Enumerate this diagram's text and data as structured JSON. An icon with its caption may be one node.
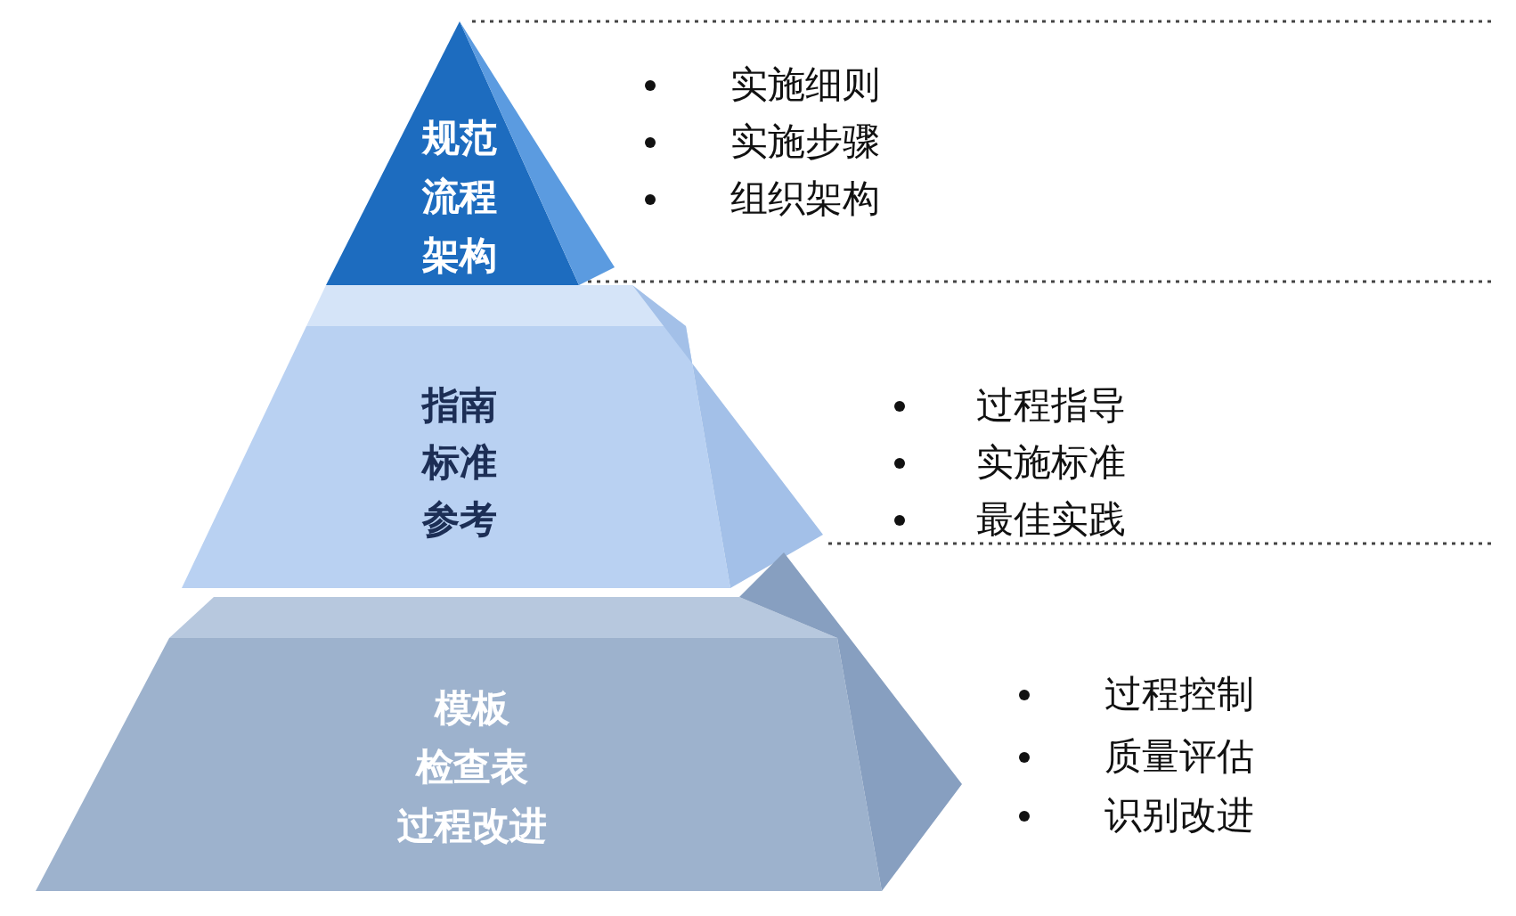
{
  "diagram": {
    "nodes": [
      {
        "text": [
          "规范",
          "流程",
          "架构"
        ],
        "beside": [
          "实施细则",
          "实施步骤",
          "组织架构"
        ]
      },
      {
        "text": [
          "指南",
          "标准",
          "参考"
        ],
        "beside": [
          "过程指导",
          "实施标准",
          "最佳实践"
        ]
      },
      {
        "text": [
          "模板",
          "检查表",
          "过程改进"
        ],
        "beside": [
          "过程控制",
          "质量评估",
          "识别改进"
        ]
      }
    ]
  }
}
